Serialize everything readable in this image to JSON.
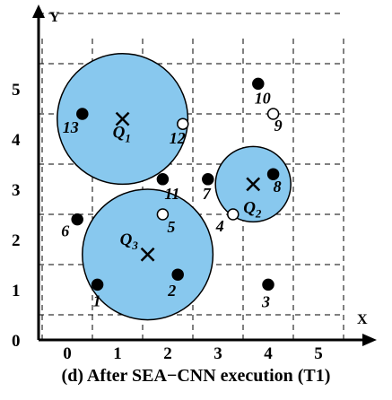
{
  "axes": {
    "x_label": "X",
    "y_label": "Y",
    "x_ticks": [
      "0",
      "1",
      "2",
      "3",
      "4",
      "5"
    ],
    "y_ticks": [
      "0",
      "1",
      "2",
      "3",
      "4",
      "5"
    ],
    "grid": "dashed",
    "range": [
      0,
      5.8
    ]
  },
  "queries": [
    {
      "id": "Q1",
      "letter": "Q",
      "sub": "1",
      "x": 1.1,
      "y": 4.4,
      "r": 1.3
    },
    {
      "id": "Q2",
      "letter": "Q",
      "sub": "2",
      "x": 3.7,
      "y": 3.1,
      "r": 0.75
    },
    {
      "id": "Q3",
      "letter": "Q",
      "sub": "3",
      "x": 1.6,
      "y": 1.7,
      "r": 1.3
    }
  ],
  "points": [
    {
      "label": "1",
      "x": 0.6,
      "y": 1.1,
      "filled": true
    },
    {
      "label": "2",
      "x": 2.2,
      "y": 1.3,
      "filled": true
    },
    {
      "label": "3",
      "x": 4.0,
      "y": 1.1,
      "filled": true
    },
    {
      "label": "4",
      "x": 3.3,
      "y": 2.5,
      "filled": false
    },
    {
      "label": "5",
      "x": 1.9,
      "y": 2.5,
      "filled": false
    },
    {
      "label": "6",
      "x": 0.2,
      "y": 2.4,
      "filled": true
    },
    {
      "label": "7",
      "x": 2.8,
      "y": 3.2,
      "filled": true
    },
    {
      "label": "8",
      "x": 4.1,
      "y": 3.3,
      "filled": true
    },
    {
      "label": "9",
      "x": 4.1,
      "y": 4.5,
      "filled": false
    },
    {
      "label": "10",
      "x": 3.8,
      "y": 5.1,
      "filled": true
    },
    {
      "label": "11",
      "x": 1.9,
      "y": 3.2,
      "filled": true
    },
    {
      "label": "12",
      "x": 2.3,
      "y": 4.3,
      "filled": false
    },
    {
      "label": "13",
      "x": 0.3,
      "y": 4.5,
      "filled": true
    }
  ],
  "colors": {
    "circle_fill": "#88c8ee",
    "axis": "#000000",
    "grid": "#000000"
  },
  "caption": "(d) After SEA−CNN execution (T1)"
}
